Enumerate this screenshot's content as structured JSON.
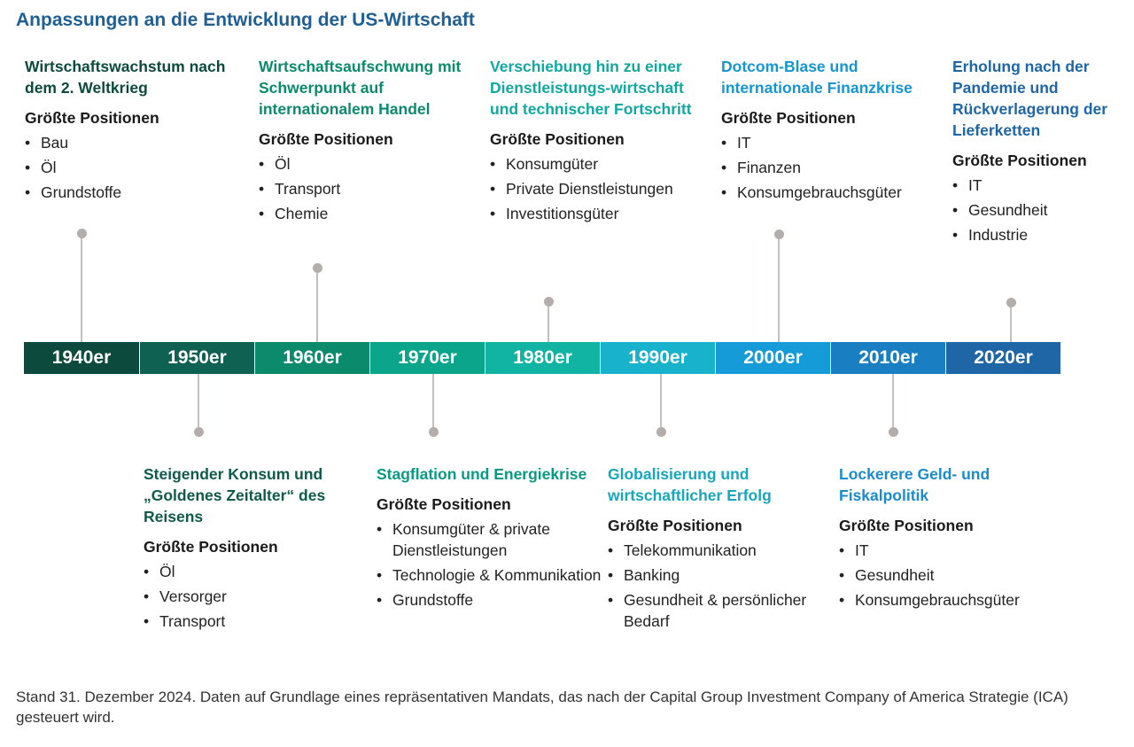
{
  "title": "Anpassungen an die Entwicklung der US-Wirtschaft",
  "decades": [
    {
      "label": "1940er",
      "color": "#0c4a3e"
    },
    {
      "label": "1950er",
      "color": "#0f6151"
    },
    {
      "label": "1960er",
      "color": "#0c8a6c"
    },
    {
      "label": "1970er",
      "color": "#0aa58b"
    },
    {
      "label": "1980er",
      "color": "#11b3a3"
    },
    {
      "label": "1990er",
      "color": "#19b2cc"
    },
    {
      "label": "2000er",
      "color": "#159cd8"
    },
    {
      "label": "2010er",
      "color": "#1a7fc2"
    },
    {
      "label": "2020er",
      "color": "#1e66a6"
    }
  ],
  "subheading": "Größte Positionen",
  "events": [
    {
      "heading": "Wirtschaftswachstum nach dem 2. Weltkrieg",
      "color": "#0c4a3e",
      "items": [
        "Bau",
        "Öl",
        "Grundstoffe"
      ]
    },
    {
      "heading": "Steigender Konsum und „Goldenes Zeitalter“ des Reisens",
      "color": "#0f5a4b",
      "items": [
        "Öl",
        "Versorger",
        "Transport"
      ]
    },
    {
      "heading": "Wirtschaftsaufschwung mit Schwerpunkt auf internationalem Handel",
      "color": "#0c8a6c",
      "items": [
        "Öl",
        "Transport",
        "Chemie"
      ]
    },
    {
      "heading": "Stagflation und Energiekrise",
      "color": "#0a9a84",
      "items": [
        "Konsumgüter & private Dienstleistungen",
        "Technologie & Kommunikation",
        "Grundstoffe"
      ]
    },
    {
      "heading": "Verschiebung hin zu einer Dienstleistungs-wirtschaft und technischer Fortschritt",
      "color": "#11a8a0",
      "items": [
        "Konsumgüter",
        "Private Dienstleistungen",
        "Investitionsgüter"
      ]
    },
    {
      "heading": "Globalisierung und wirtschaftlicher Erfolg",
      "color": "#17a7bd",
      "items": [
        "Telekommunikation",
        "Banking",
        "Gesundheit & persönlicher Bedarf"
      ]
    },
    {
      "heading": "Dotcom-Blase und internationale Finanzkrise",
      "color": "#1596d2",
      "items": [
        "IT",
        "Finanzen",
        "Konsumgebrauchsgüter"
      ]
    },
    {
      "heading": "Lockerere Geld- und Fiskalpolitik",
      "color": "#1a8ccc",
      "items": [
        "IT",
        "Gesundheit",
        "Konsumgebrauchsgüter"
      ]
    },
    {
      "heading": "Erholung nach der Pandemie und Rückverlagerung der Lieferketten",
      "color": "#1e66a6",
      "items": [
        "IT",
        "Gesundheit",
        "Industrie"
      ]
    }
  ],
  "footnote": "Stand 31. Dezember 2024. Daten auf Grundlage eines repräsentativen Mandats, das nach der Capital Group Investment Company of America Strategie (ICA) gesteuert wird."
}
